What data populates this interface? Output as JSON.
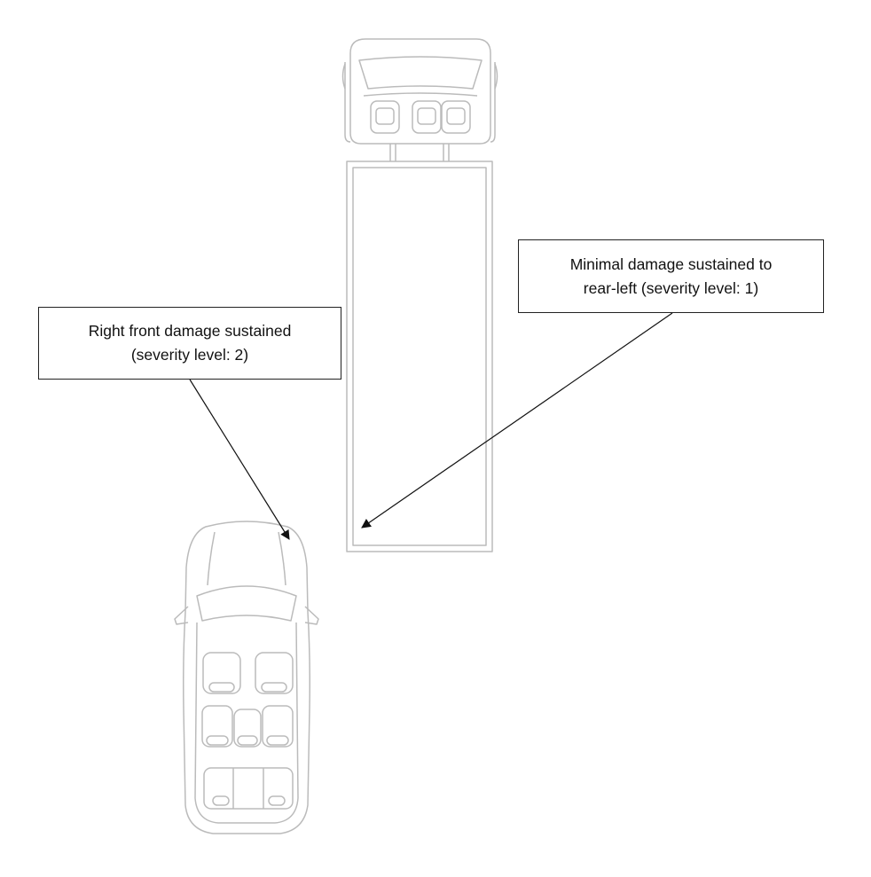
{
  "callouts": {
    "car": {
      "line1": "Right front damage sustained",
      "line2": "(severity level: 2)"
    },
    "truck": {
      "line1": "Minimal damage sustained to",
      "line2": "rear-left (severity level: 1)"
    }
  },
  "colors": {
    "vehicle_outline": "#bbbbbb",
    "arrow": "#111111",
    "callout_border": "#222222"
  }
}
